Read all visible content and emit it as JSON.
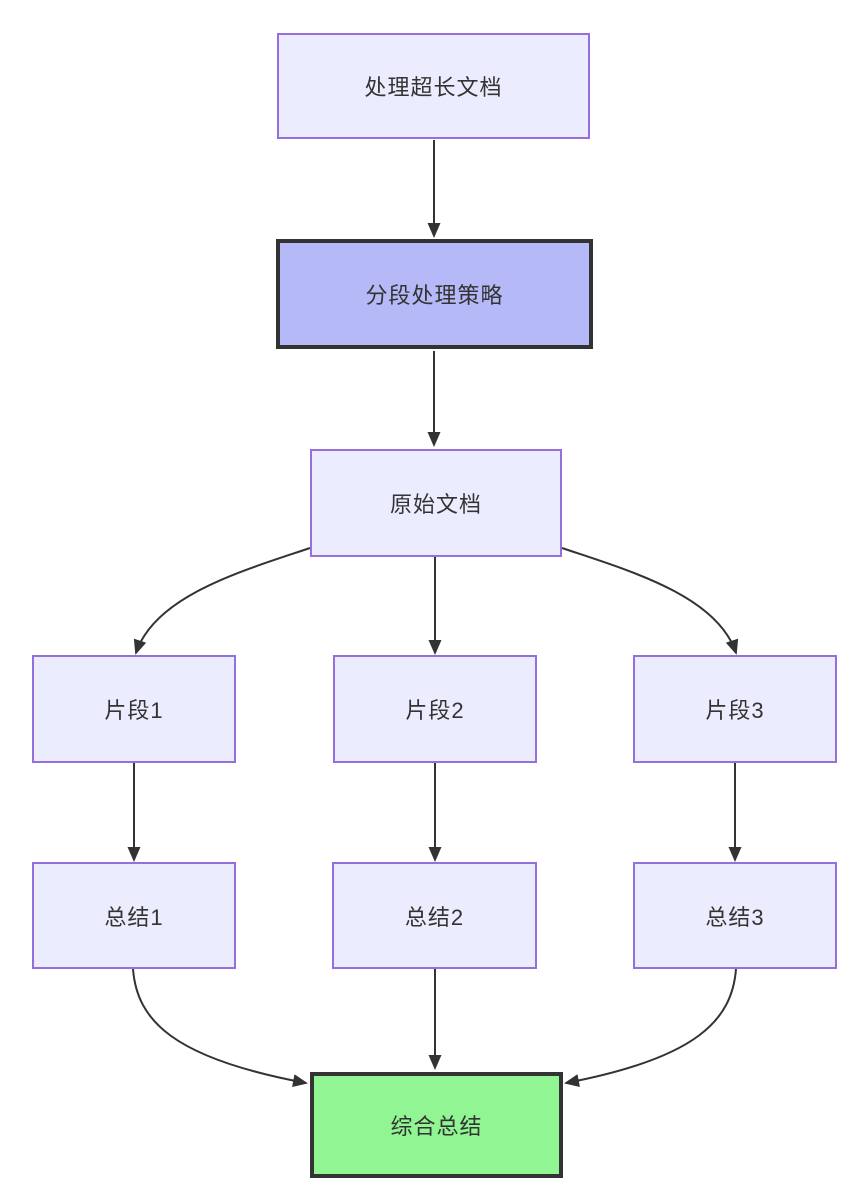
{
  "diagram": {
    "type": "flowchart",
    "direction": "top-down",
    "nodes": {
      "a": {
        "label": "处理超长文档",
        "style": "default"
      },
      "b": {
        "label": "分段处理策略",
        "style": "highlight"
      },
      "c": {
        "label": "原始文档",
        "style": "default"
      },
      "f1": {
        "label": "片段1",
        "style": "default"
      },
      "f2": {
        "label": "片段2",
        "style": "default"
      },
      "f3": {
        "label": "片段3",
        "style": "default"
      },
      "s1": {
        "label": "总结1",
        "style": "default"
      },
      "s2": {
        "label": "总结2",
        "style": "default"
      },
      "s3": {
        "label": "总结3",
        "style": "default"
      },
      "d": {
        "label": "综合总结",
        "style": "result"
      }
    },
    "edges": [
      {
        "from": "a",
        "to": "b"
      },
      {
        "from": "b",
        "to": "c"
      },
      {
        "from": "c",
        "to": "f1"
      },
      {
        "from": "c",
        "to": "f2"
      },
      {
        "from": "c",
        "to": "f3"
      },
      {
        "from": "f1",
        "to": "s1"
      },
      {
        "from": "f2",
        "to": "s2"
      },
      {
        "from": "f3",
        "to": "s3"
      },
      {
        "from": "s1",
        "to": "d"
      },
      {
        "from": "s2",
        "to": "d"
      },
      {
        "from": "s3",
        "to": "d"
      }
    ],
    "colors": {
      "background": "#ffffff",
      "node_fill": "#ECECFF",
      "node_border": "#9370DB",
      "highlight_fill": "#b6b9f8",
      "highlight_border": "#333333",
      "result_fill": "#90f592",
      "result_border": "#333333",
      "edge": "#333333",
      "text": "#333333"
    }
  }
}
